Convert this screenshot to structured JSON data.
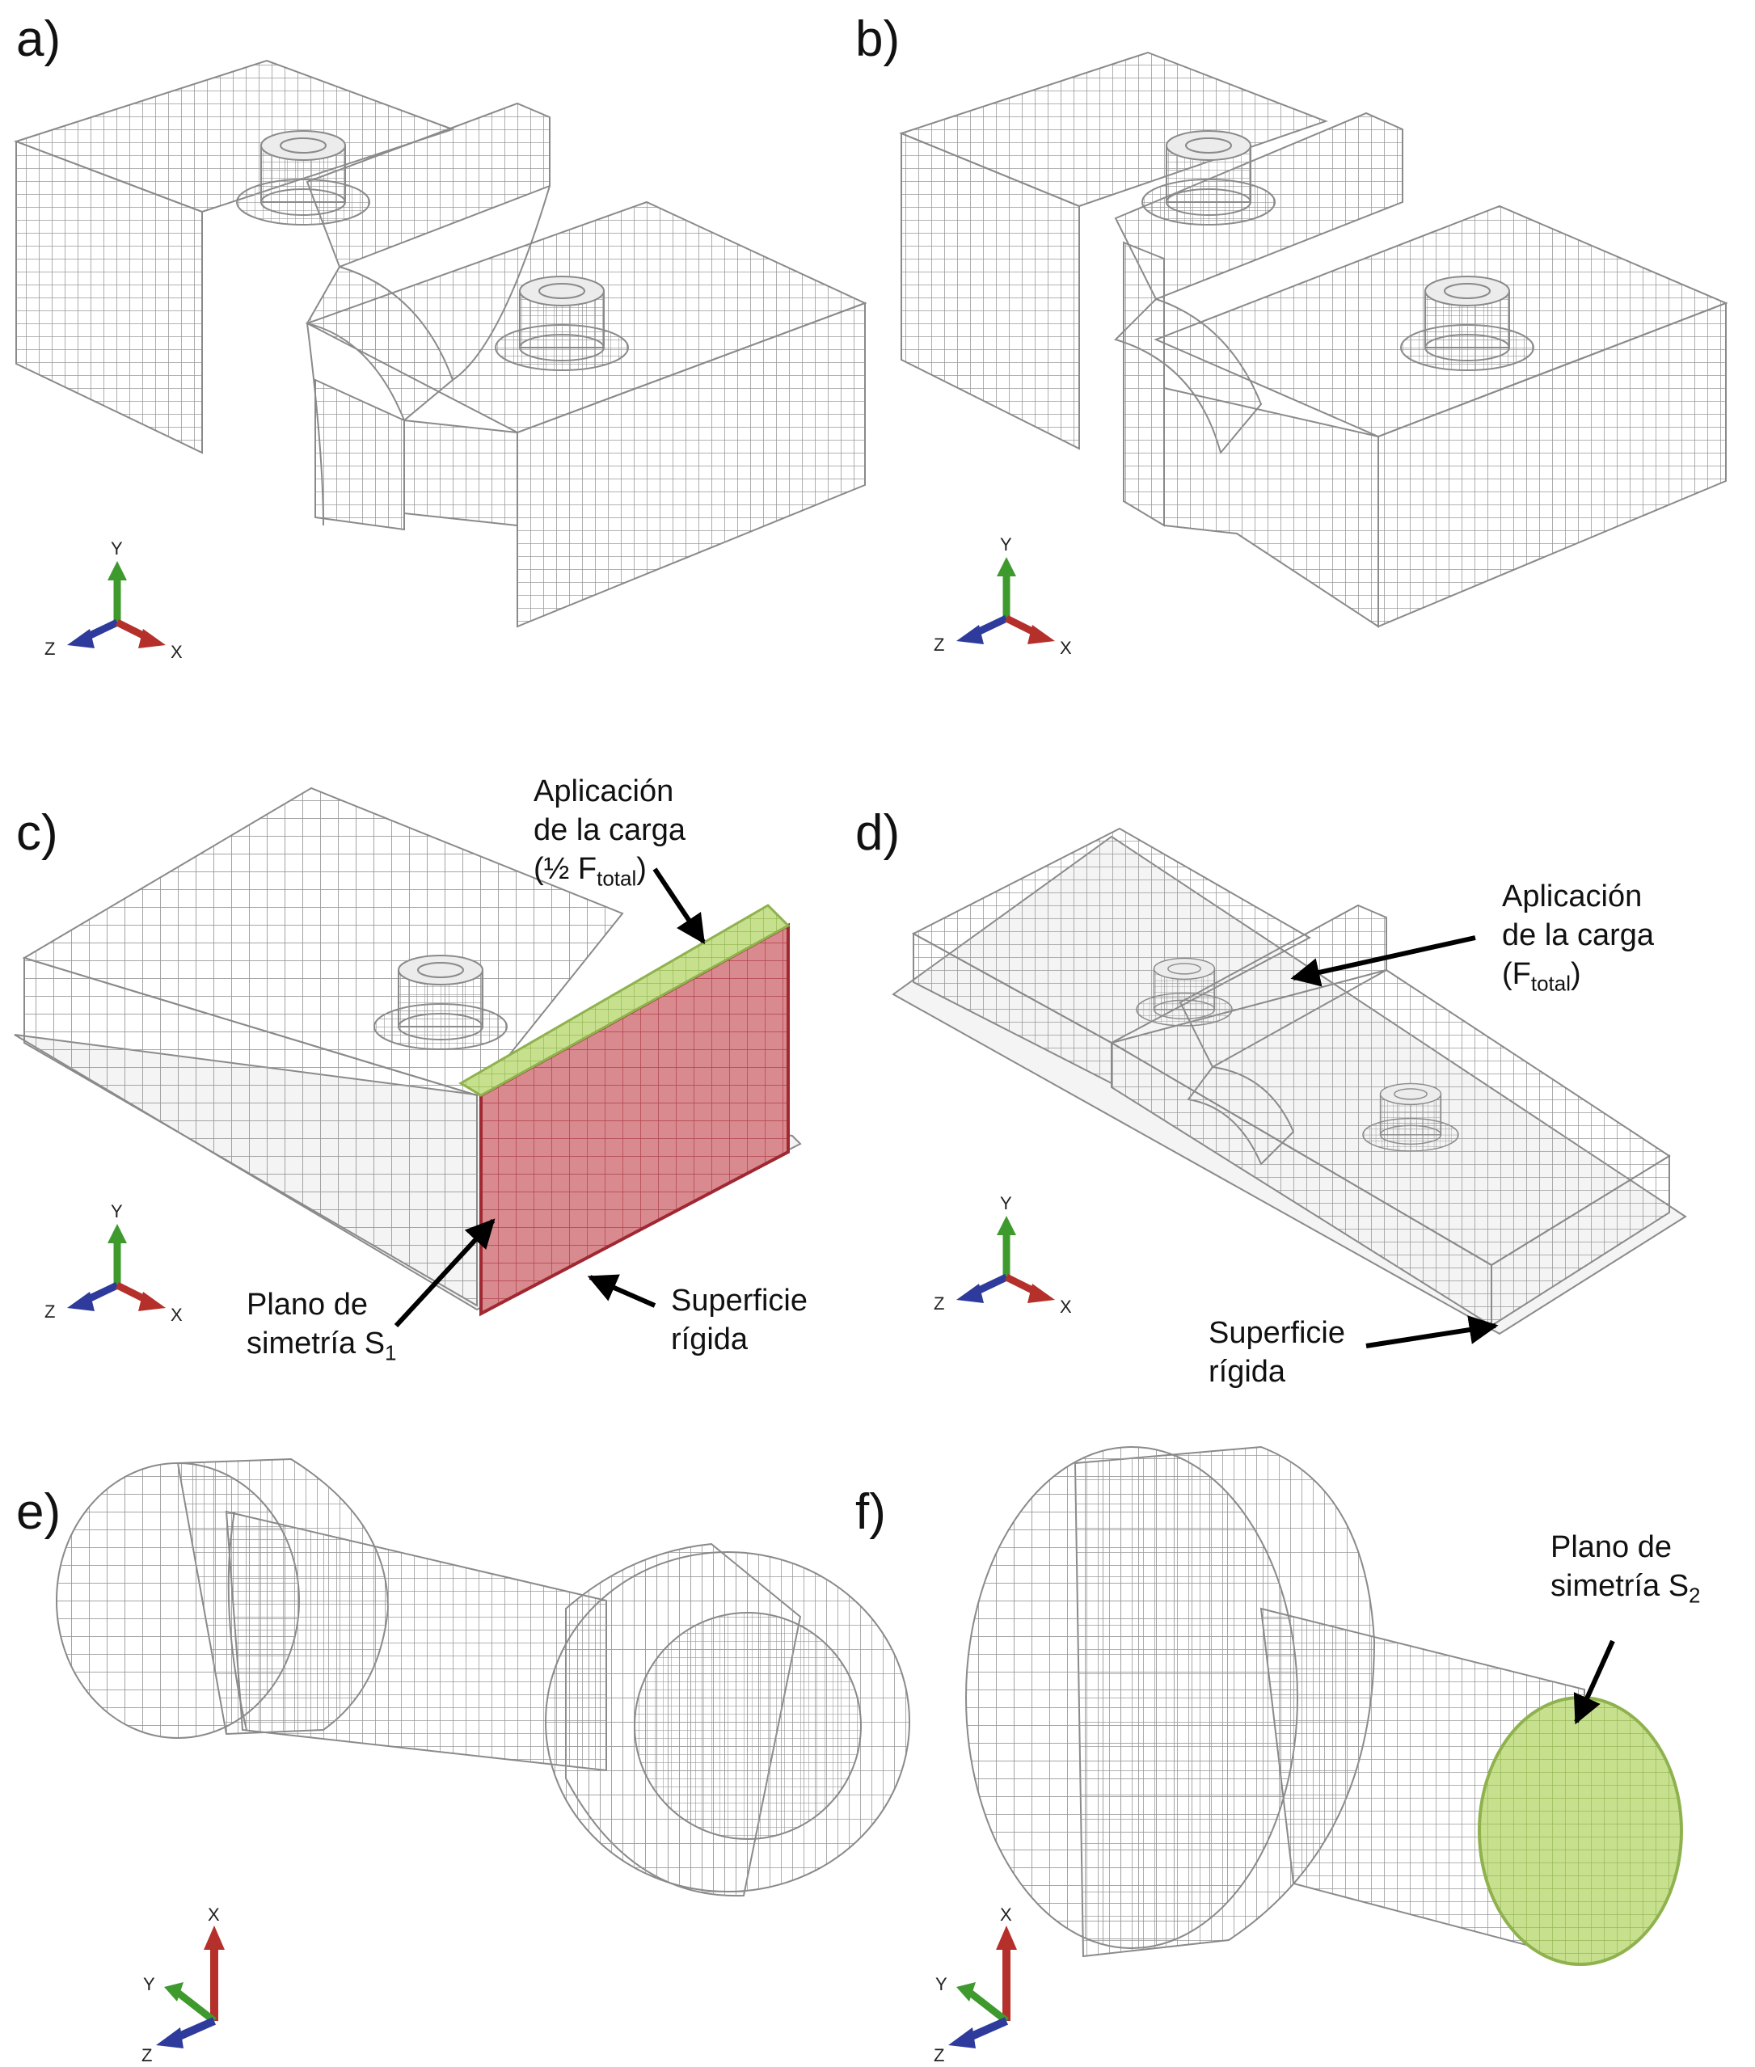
{
  "panels": [
    {
      "id": "a",
      "label": "a)"
    },
    {
      "id": "b",
      "label": "b)"
    },
    {
      "id": "c",
      "label": "c)"
    },
    {
      "id": "d",
      "label": "d)"
    },
    {
      "id": "e",
      "label": "e)"
    },
    {
      "id": "f",
      "label": "f)"
    }
  ],
  "annotations": {
    "c_load_line1": "Aplicación",
    "c_load_line2": "de la carga",
    "c_load_line3_pre": "(½ F",
    "c_load_line3_sub": "total",
    "c_load_line3_post": ")",
    "c_sym_line1": "Plano de",
    "c_sym_line2": "simetría S",
    "c_sym_sub": "1",
    "c_rigid_line1": "Superficie",
    "c_rigid_line2": "rígida",
    "d_load_line1": "Aplicación",
    "d_load_line2": "de la carga",
    "d_load_line3_pre": "(F",
    "d_load_line3_sub": "total",
    "d_load_line3_post": ")",
    "d_rigid_line1": "Superficie",
    "d_rigid_line2": "rígida",
    "f_sym_line1": "Plano de",
    "f_sym_line2": "simetría S",
    "f_sym_sub": "2"
  },
  "triads": {
    "xyz_block": {
      "up": "Y",
      "left": "Z",
      "right": "X"
    },
    "xyz_bolt": {
      "up": "X",
      "mid": "Y",
      "low": "Z"
    }
  },
  "colors": {
    "mesh": "#9a9a9a",
    "symmetry_plane_red": "#c0404a",
    "load_face_green": "#b6d77a",
    "axis_y_green": "#3f9a2e",
    "axis_x_red": "#b5302a",
    "axis_z_blue": "#2e3a9c"
  }
}
